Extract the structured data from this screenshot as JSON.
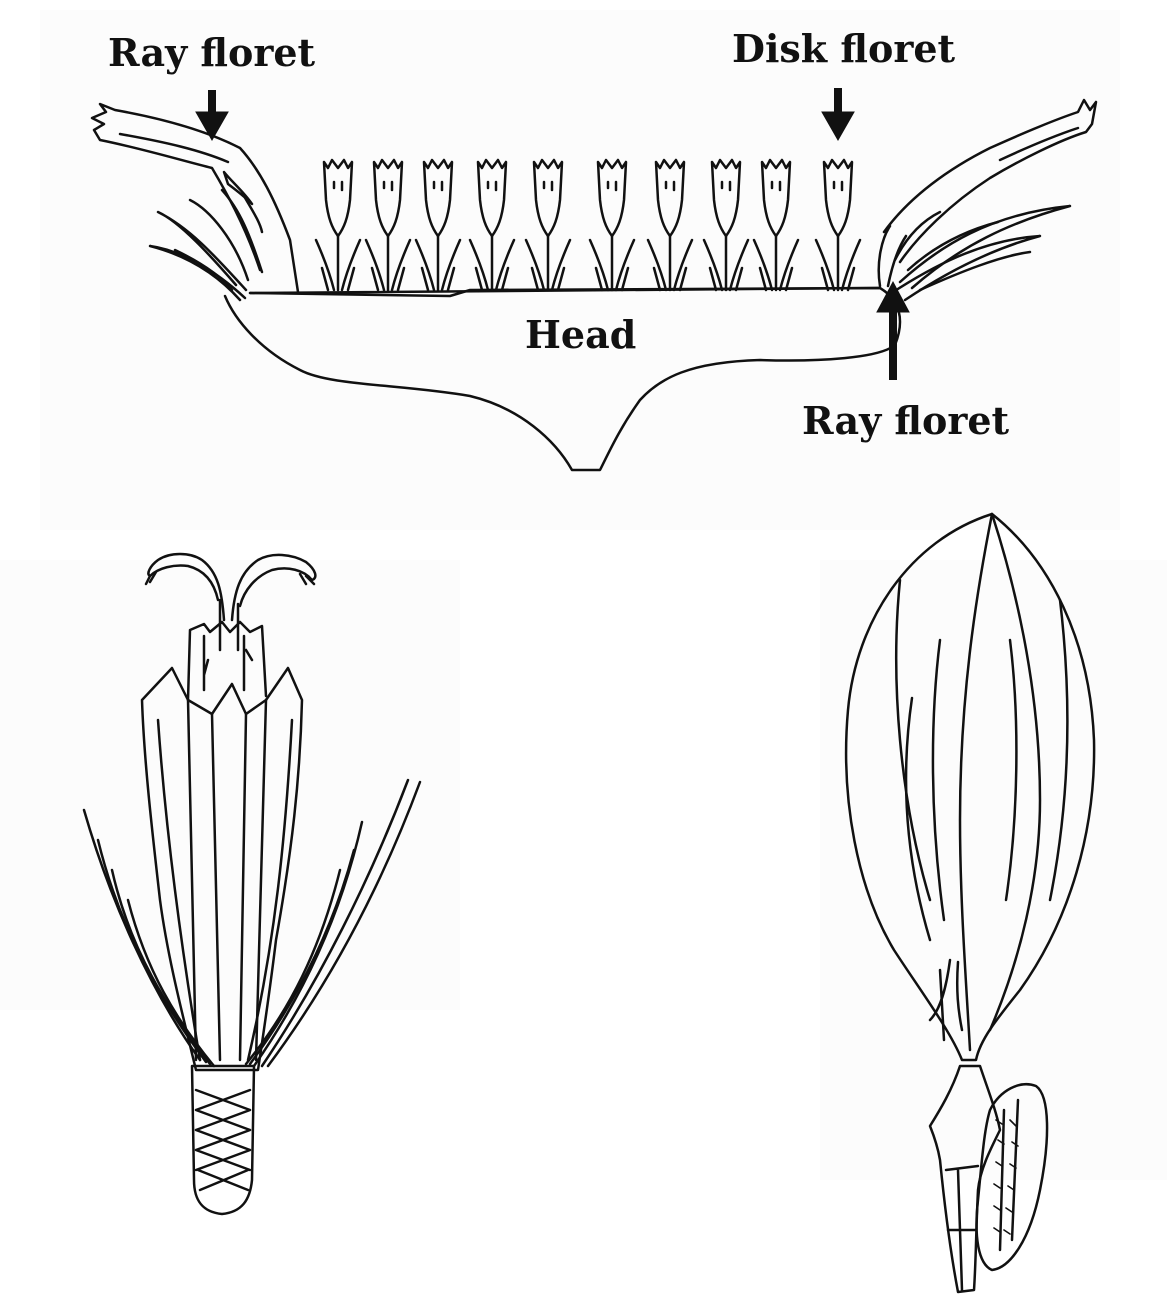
{
  "labels": {
    "ray_floret_left": "Ray floret",
    "disk_floret": "Disk floret",
    "head": "Head",
    "ray_floret_right": "Ray floret"
  },
  "colors": {
    "ink": "#111111",
    "background": "#ffffff",
    "paper_shade": "#f4f4f4"
  }
}
